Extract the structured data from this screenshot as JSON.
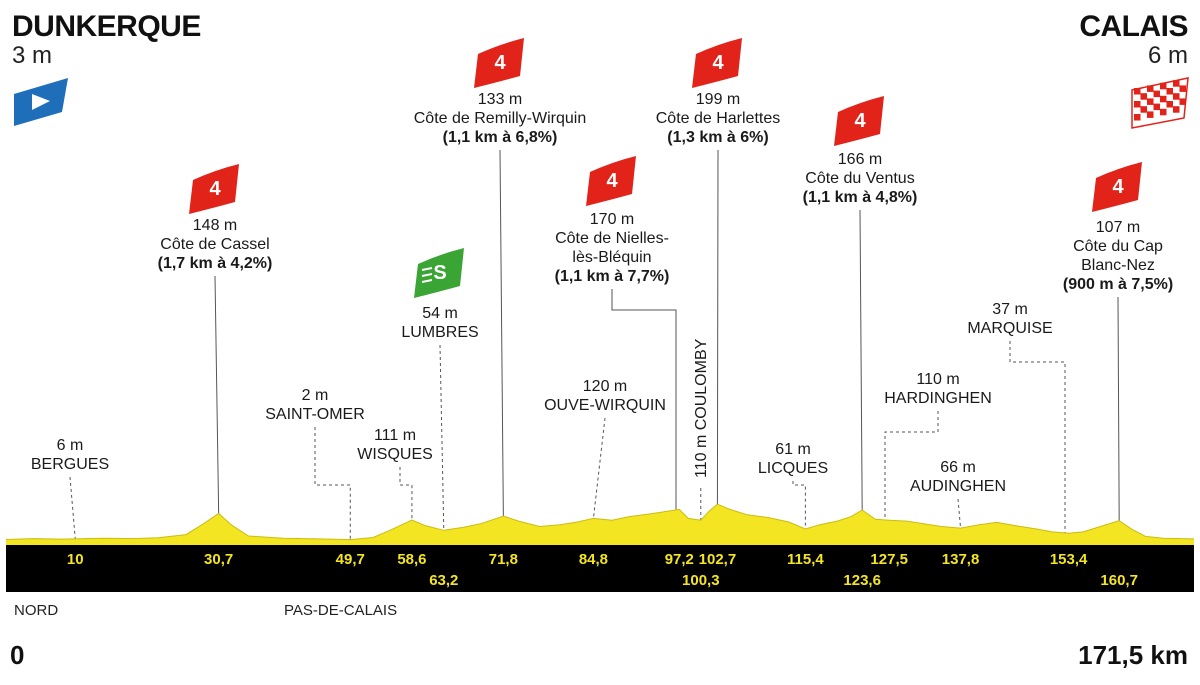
{
  "start": {
    "city": "DUNKERQUE",
    "altitude": "3 m",
    "icon": "start-flag-icon"
  },
  "finish": {
    "city": "CALAIS",
    "altitude": "6 m",
    "icon": "checkered-flag-icon"
  },
  "regions": [
    "NORD",
    "PAS-DE-CALAIS"
  ],
  "distance_start": "0",
  "distance_total": "171,5 km",
  "colors": {
    "profile": "#f4e523",
    "band": "#000000",
    "km_text": "#f4e523",
    "climb_flag": "#e2231a",
    "sprint_flag": "#3aa535",
    "start_flag": "#1e6eb9"
  },
  "chart_data": {
    "type": "area",
    "title": "",
    "xlabel": "",
    "ylabel": "",
    "x_unit": "km",
    "xlim": [
      0,
      171.5
    ],
    "km_markers": [
      {
        "km": 10,
        "label": "10"
      },
      {
        "km": 30.7,
        "label": "30,7"
      },
      {
        "km": 49.7,
        "label": "49,7"
      },
      {
        "km": 58.6,
        "label": "58,6"
      },
      {
        "km": 63.2,
        "label": "63,2"
      },
      {
        "km": 71.8,
        "label": "71,8"
      },
      {
        "km": 84.8,
        "label": "84,8"
      },
      {
        "km": 97.2,
        "label": "97,2"
      },
      {
        "km": 100.3,
        "label": "100,3"
      },
      {
        "km": 102.7,
        "label": "102,7"
      },
      {
        "km": 115.4,
        "label": "115,4"
      },
      {
        "km": 123.6,
        "label": "123,6"
      },
      {
        "km": 127.5,
        "label": "127,5"
      },
      {
        "km": 137.8,
        "label": "137,8"
      },
      {
        "km": 153.4,
        "label": "153,4"
      },
      {
        "km": 160.7,
        "label": "160,7"
      }
    ],
    "points": [
      {
        "km": 10,
        "name": "BERGUES",
        "alt": "6 m",
        "kind": "town"
      },
      {
        "km": 30.7,
        "name": "Côte de Cassel",
        "alt": "148 m",
        "detail": "(1,7 km à 4,2%)",
        "kind": "climb",
        "cat": "4"
      },
      {
        "km": 49.7,
        "name": "SAINT-OMER",
        "alt": "2 m",
        "kind": "town"
      },
      {
        "km": 58.6,
        "name": "WISQUES",
        "alt": "111 m",
        "kind": "town"
      },
      {
        "km": 63.2,
        "name": "LUMBRES",
        "alt": "54 m",
        "kind": "sprint",
        "cat": "S"
      },
      {
        "km": 71.8,
        "name": "Côte de Remilly-Wirquin",
        "alt": "133 m",
        "detail": "(1,1 km à 6,8%)",
        "kind": "climb",
        "cat": "4"
      },
      {
        "km": 84.8,
        "name": "OUVE-WIRQUIN",
        "alt": "120 m",
        "kind": "town"
      },
      {
        "km": 97.2,
        "name": "Côte de Nielles-lès-Bléquin",
        "name_lines": [
          "Côte de Nielles-",
          "lès-Bléquin"
        ],
        "alt": "170 m",
        "detail": "(1,1 km à 7,7%)",
        "kind": "climb",
        "cat": "4"
      },
      {
        "km": 100.3,
        "name": "COULOMBY",
        "alt": "110 m",
        "kind": "town-vertical"
      },
      {
        "km": 102.7,
        "name": "Côte de Harlettes",
        "alt": "199 m",
        "detail": "(1,3 km à 6%)",
        "kind": "climb",
        "cat": "4"
      },
      {
        "km": 115.4,
        "name": "LICQUES",
        "alt": "61 m",
        "kind": "town"
      },
      {
        "km": 123.6,
        "name": "Côte du Ventus",
        "alt": "166 m",
        "detail": "(1,1 km à 4,8%)",
        "kind": "climb",
        "cat": "4"
      },
      {
        "km": 127.5,
        "name": "HARDINGHEN",
        "alt": "110 m",
        "kind": "town"
      },
      {
        "km": 137.8,
        "name": "AUDINGHEN",
        "alt": "66 m",
        "kind": "town"
      },
      {
        "km": 153.4,
        "name": "MARQUISE",
        "alt": "37 m",
        "kind": "town"
      },
      {
        "km": 160.7,
        "name": "Côte du Cap Blanc-Nez",
        "name_lines": [
          "Côte du Cap",
          "Blanc-Nez"
        ],
        "alt": "107 m",
        "detail": "(900 m à 7,5%)",
        "kind": "climb",
        "cat": "4"
      }
    ],
    "profile": [
      [
        0,
        3
      ],
      [
        4,
        8
      ],
      [
        8,
        5
      ],
      [
        10,
        6
      ],
      [
        14,
        10
      ],
      [
        18,
        8
      ],
      [
        22,
        12
      ],
      [
        26,
        30
      ],
      [
        28.5,
        90
      ],
      [
        30.7,
        148
      ],
      [
        32.5,
        85
      ],
      [
        35,
        22
      ],
      [
        40,
        10
      ],
      [
        45,
        6
      ],
      [
        49.7,
        2
      ],
      [
        53,
        14
      ],
      [
        55.5,
        55
      ],
      [
        58.6,
        111
      ],
      [
        60.5,
        80
      ],
      [
        63.2,
        54
      ],
      [
        66,
        70
      ],
      [
        68.5,
        90
      ],
      [
        71.8,
        133
      ],
      [
        74,
        105
      ],
      [
        77,
        75
      ],
      [
        80,
        85
      ],
      [
        82.5,
        100
      ],
      [
        84.8,
        120
      ],
      [
        87.5,
        110
      ],
      [
        90,
        130
      ],
      [
        93,
        145
      ],
      [
        95.5,
        160
      ],
      [
        97.2,
        170
      ],
      [
        98.5,
        120
      ],
      [
        100.3,
        110
      ],
      [
        101.5,
        160
      ],
      [
        102.7,
        199
      ],
      [
        104.5,
        170
      ],
      [
        107,
        140
      ],
      [
        110,
        125
      ],
      [
        113,
        100
      ],
      [
        115.4,
        61
      ],
      [
        117.5,
        85
      ],
      [
        120,
        105
      ],
      [
        122,
        130
      ],
      [
        123.6,
        166
      ],
      [
        125.5,
        115
      ],
      [
        127.5,
        110
      ],
      [
        130,
        105
      ],
      [
        132.5,
        90
      ],
      [
        135,
        75
      ],
      [
        137.8,
        66
      ],
      [
        140.5,
        85
      ],
      [
        143,
        98
      ],
      [
        146,
        78
      ],
      [
        149,
        60
      ],
      [
        151,
        45
      ],
      [
        153.4,
        37
      ],
      [
        155.5,
        45
      ],
      [
        158,
        75
      ],
      [
        160.7,
        107
      ],
      [
        162.5,
        60
      ],
      [
        164.5,
        20
      ],
      [
        167,
        10
      ],
      [
        171.5,
        6
      ]
    ]
  }
}
